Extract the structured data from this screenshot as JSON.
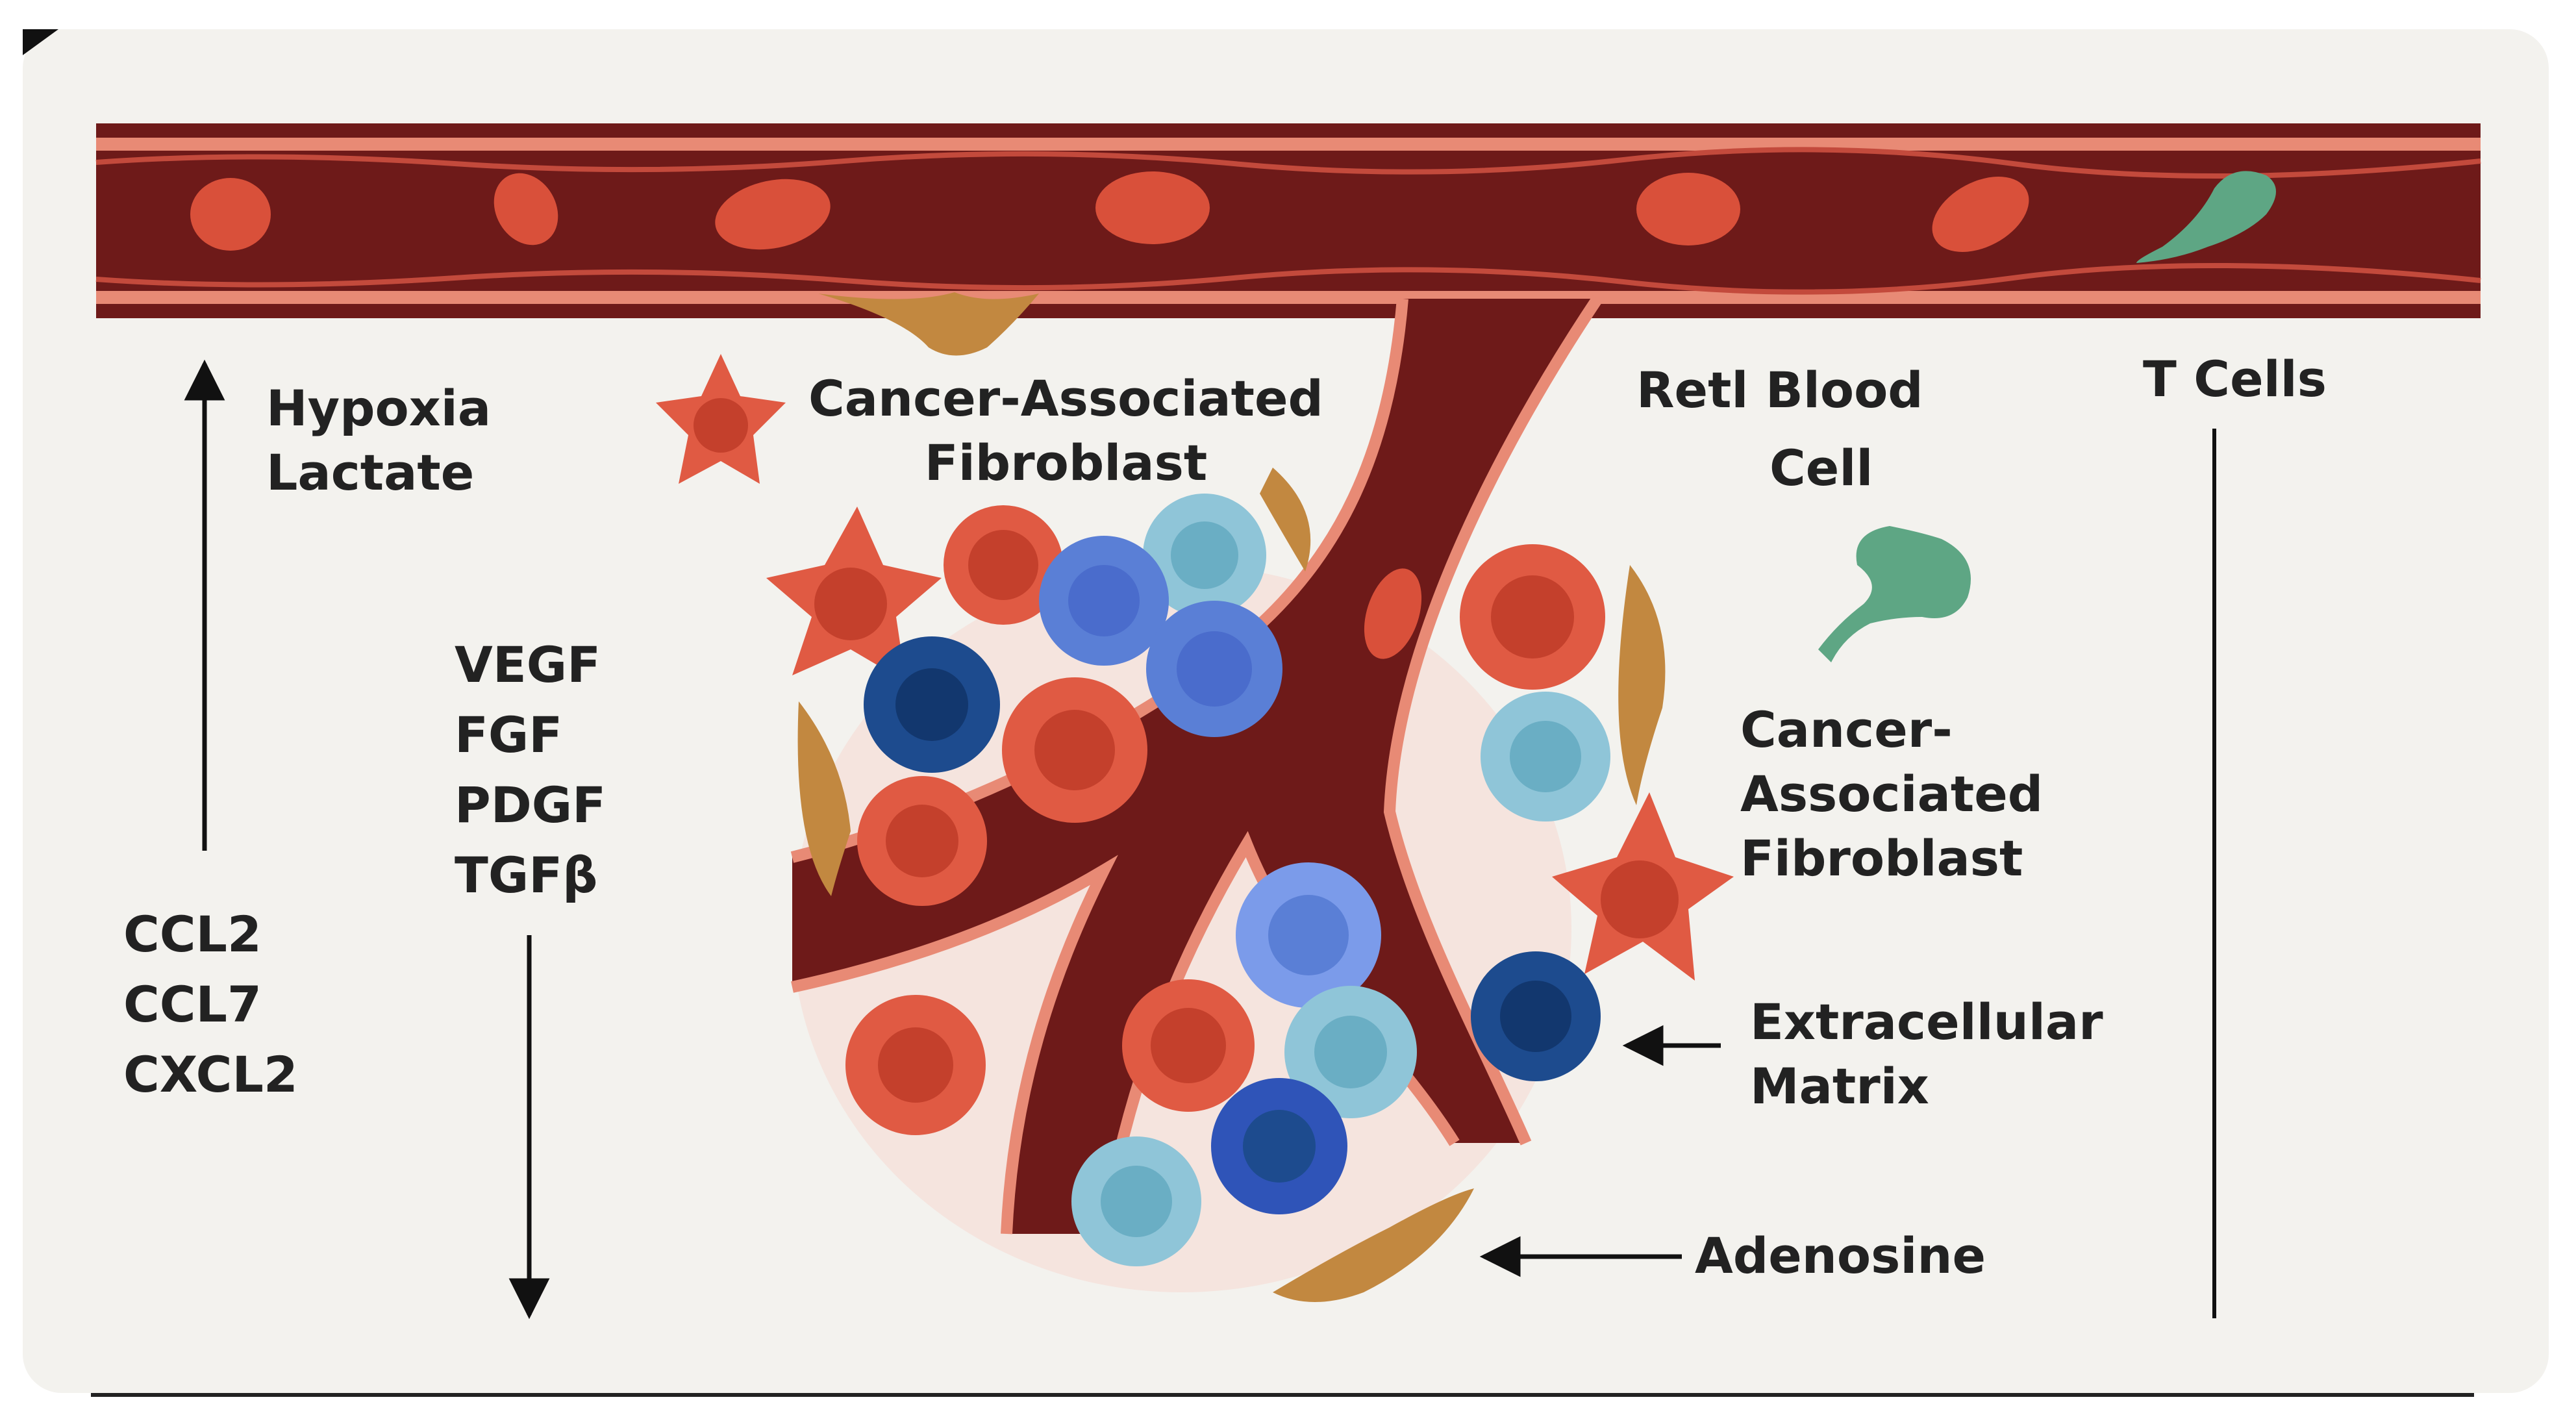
{
  "palette": {
    "background": "#f3f2ee",
    "vessel_wall": "#6e1a19",
    "vessel_lining": "#e88a75",
    "red_cell": "#d9503a",
    "red_cell_core": "#c4402c",
    "fibroblast": "#e05a43",
    "ecm_fiber": "#c28840",
    "t_cell_green": "#5ea684",
    "light_blue_cell": "#8fc5d8",
    "mid_blue_cell": "#5a7fd6",
    "dark_blue_cell": "#1d4b8e",
    "text": "#222222"
  },
  "labels": {
    "hypoxia": "Hypoxia",
    "lactate": "Lactate",
    "caf_top_line1": "Cancer-Associated",
    "caf_top_line2": "Fibroblast",
    "rbc_line1": "Retl Blood",
    "rbc_line2": "Cell",
    "t_cells": "T Cells",
    "growth_factors": [
      "VEGF",
      "FGF",
      "PDGF",
      "TGFβ"
    ],
    "chemokines": [
      "CCL2",
      "CCL7",
      "CXCL2"
    ],
    "caf_right_line1": "Cancer-",
    "caf_right_line2": "Associated",
    "caf_right_line3": "Fibroblast",
    "ecm_line1": "Extracellular",
    "ecm_line2": "Matrix",
    "adenosine": "Adenosine"
  }
}
